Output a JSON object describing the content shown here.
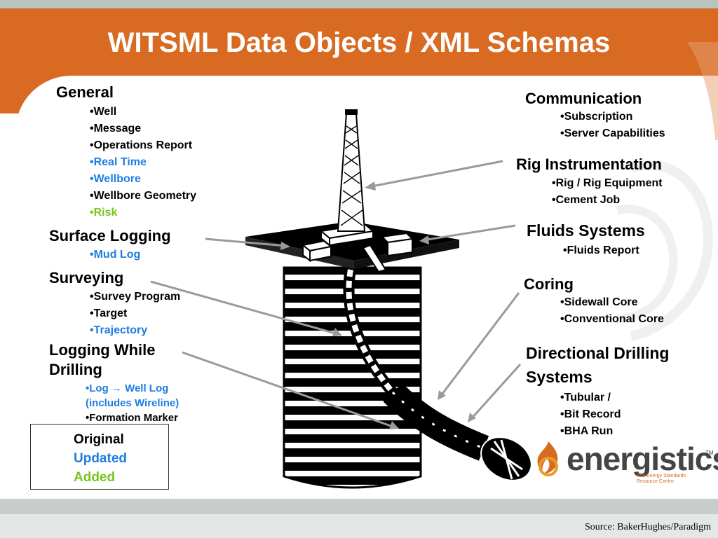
{
  "title": "WITSML Data Objects / XML Schemas",
  "source": "Source: BakerHughes/Paradigm",
  "colors": {
    "original": "#000000",
    "updated": "#1f7de0",
    "added": "#7ac41f",
    "banner": "#d86a22"
  },
  "left_groups": {
    "general": {
      "heading": "General",
      "items": [
        {
          "text": "•Well",
          "status": "original"
        },
        {
          "text": "•Message",
          "status": "original"
        },
        {
          "text": "•Operations Report",
          "status": "original"
        },
        {
          "text": "•Real Time",
          "status": "updated"
        },
        {
          "text": "•Wellbore",
          "status": "updated"
        },
        {
          "text": "•Wellbore Geometry",
          "status": "original"
        },
        {
          "text": "•Risk",
          "status": "added"
        }
      ]
    },
    "surface_logging": {
      "heading": "Surface Logging",
      "items": [
        {
          "text": "•Mud Log",
          "status": "updated"
        }
      ]
    },
    "surveying": {
      "heading": "Surveying",
      "items": [
        {
          "text": "•Survey Program",
          "status": "original"
        },
        {
          "text": "•Target",
          "status": "original"
        },
        {
          "text": "•Trajectory",
          "status": "updated"
        }
      ]
    },
    "lwd": {
      "heading_line1": "Logging While",
      "heading_line2": "Drilling",
      "items": [
        {
          "text": "•Log → Well Log",
          "status": "updated"
        },
        {
          "text": "(includes Wireline)",
          "status": "updated"
        },
        {
          "text": "•Formation Marker",
          "status": "original"
        }
      ]
    }
  },
  "right_groups": {
    "communication": {
      "heading": "Communication",
      "items": [
        {
          "text": "•Subscription",
          "status": "original"
        },
        {
          "text": "•Server Capabilities",
          "status": "original"
        }
      ]
    },
    "rig_instrumentation": {
      "heading": "Rig Instrumentation",
      "items": [
        {
          "text": "•Rig / Rig Equipment",
          "status": "original"
        },
        {
          "text": "•Cement Job",
          "status": "original"
        }
      ]
    },
    "fluids": {
      "heading": "Fluids Systems",
      "items": [
        {
          "text": "•Fluids Report",
          "status": "original"
        }
      ]
    },
    "coring": {
      "heading": "Coring",
      "items": [
        {
          "text": "•Sidewall Core",
          "status": "original"
        },
        {
          "text": "•Conventional Core",
          "status": "original"
        }
      ]
    },
    "directional": {
      "heading_line1": "Directional Drilling",
      "heading_line2": "Systems",
      "items": [
        {
          "text": "•Tubular /",
          "status": "original"
        },
        {
          "text": "•Bit Record",
          "status": "original"
        },
        {
          "text": "•BHA Run",
          "status": "original"
        }
      ]
    }
  },
  "legend": {
    "original": "Original",
    "updated": "Updated",
    "added": "Added"
  },
  "logo": {
    "word": "energistics",
    "tm": "TM",
    "tagline_1": "The Energy Standards",
    "tagline_2": "Resource Centre"
  }
}
